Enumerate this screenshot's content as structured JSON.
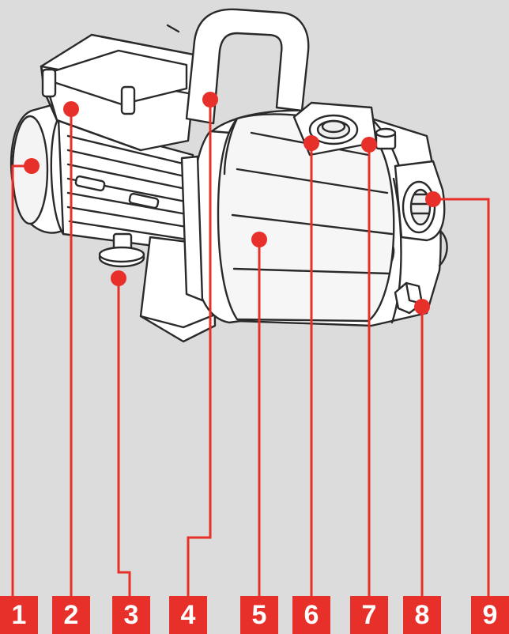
{
  "colors": {
    "background": "#dcdcdc",
    "accent": "#e8302a",
    "outline": "#2a2a2a",
    "fill": "#ffffff",
    "label_text": "#ffffff"
  },
  "labels": [
    {
      "number": "1"
    },
    {
      "number": "2"
    },
    {
      "number": "3"
    },
    {
      "number": "4"
    },
    {
      "number": "5"
    },
    {
      "number": "6"
    },
    {
      "number": "7"
    },
    {
      "number": "8"
    },
    {
      "number": "9"
    }
  ]
}
